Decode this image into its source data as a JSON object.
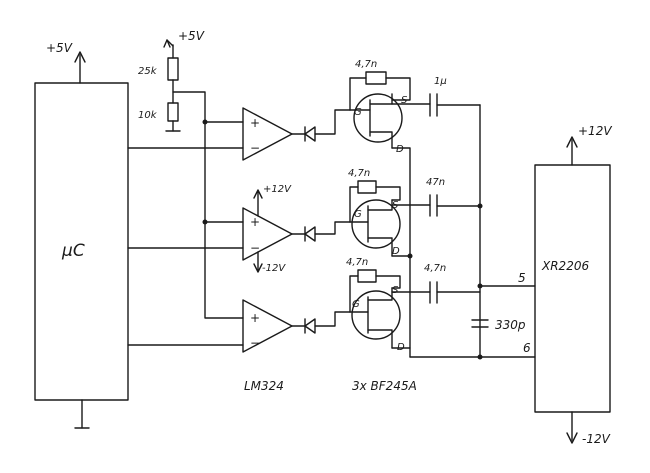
{
  "labels": {
    "mcu": "µC",
    "mcu_supply": "+5V",
    "pot_supply": "+5V",
    "r_top": "25k",
    "r_bottom": "10k",
    "opamp_pos_supply": "+12V",
    "opamp_neg_supply": "-12V",
    "plus": "+",
    "minus": "−",
    "res_1": "4,7n",
    "res_2": "4,7n",
    "res_3": "4,7n",
    "cap_1": "1µ",
    "cap_2": "47n",
    "cap_3": "4,7n",
    "cap_330": "330p",
    "fet_g": "G",
    "fet_s": "S",
    "fet_d": "D",
    "opamp_part": "LM324",
    "fet_part": "3x BF245A",
    "ic": "XR2206",
    "ic_pos_supply": "+12V",
    "ic_neg_supply": "-12V",
    "pin5": "5",
    "pin6": "6"
  }
}
